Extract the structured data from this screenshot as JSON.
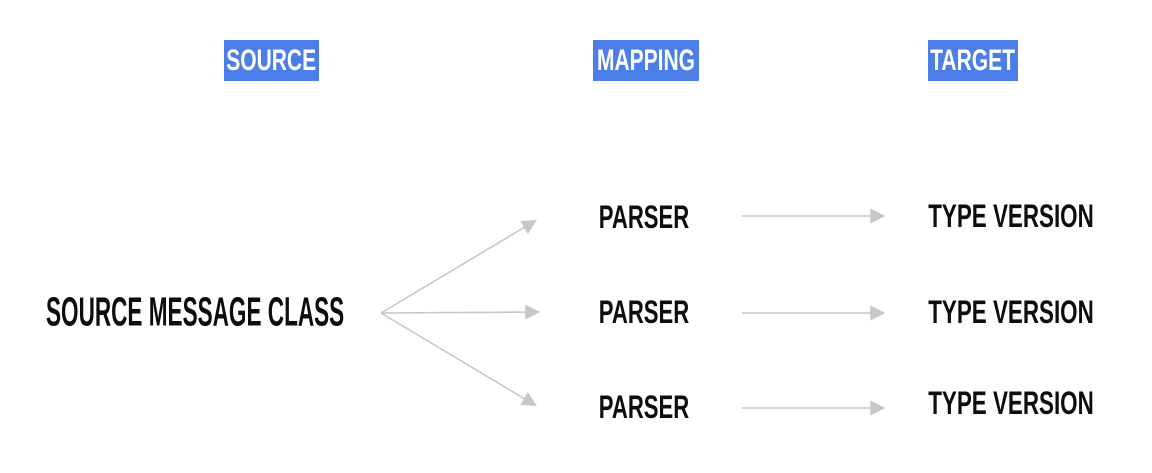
{
  "colors": {
    "header_bg": "#4b7ee9",
    "header_text": "#ffffff",
    "node_text": "#0d0d0d",
    "arrow": "#c7c7cb",
    "canvas_bg": "#ffffff"
  },
  "columns": [
    {
      "id": "source",
      "label": "SOURCE"
    },
    {
      "id": "mapping",
      "label": "MAPPING"
    },
    {
      "id": "target",
      "label": "TARGET"
    }
  ],
  "source_node": {
    "label": "SOURCE MESSAGE CLASS"
  },
  "rows": [
    {
      "parser": {
        "label": "PARSER"
      },
      "target": {
        "label": "TYPE VERSION"
      }
    },
    {
      "parser": {
        "label": "PARSER"
      },
      "target": {
        "label": "TYPE VERSION"
      }
    },
    {
      "parser": {
        "label": "PARSER"
      },
      "target": {
        "label": "TYPE VERSION"
      }
    }
  ]
}
